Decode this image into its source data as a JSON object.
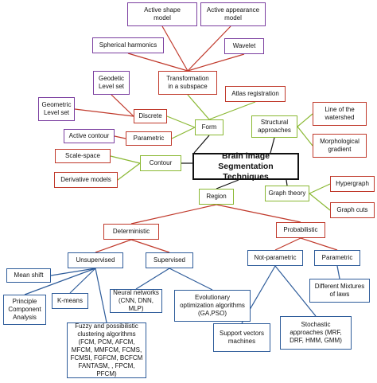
{
  "colors": {
    "red": "#c0392b",
    "purple": "#7b3fa0",
    "green": "#8ab833",
    "blue": "#2e5c9a",
    "root": "#111111"
  },
  "nodes": {
    "root": "Brain image\nSegmentation Techniques",
    "form": "Form",
    "contour": "Contour",
    "region": "Region",
    "structural": "Structural\napproaches",
    "graph_theory": "Graph theory",
    "transformation": "Transformation\nin a subspace",
    "discrete": "Discrete",
    "parametric_form": "Parametric",
    "atlas": "Atlas registration",
    "active_shape": "Active shape\nmodel",
    "active_appearance": "Active appearance\nmodel",
    "spherical": "Spherical harmonics",
    "wavelet": "Wavelet",
    "geodetic": "Geodetic\nLevel set",
    "geometric": "Geometric\nLevel set",
    "active_contour": "Active contour",
    "scale_space": "Scale-space",
    "derivative": "Derivative models",
    "watershed": "Line of the\nwatershed",
    "morph": "Morphological\ngradient",
    "hypergraph": "Hypergraph",
    "graph_cuts": "Graph cuts",
    "deterministic": "Deterministic",
    "probabilistic": "Probabilistic",
    "unsupervised": "Unsupervised",
    "supervised": "Supervised",
    "not_parametric": "Not-parametric",
    "parametric_prob": "Parametric",
    "mean_shift": "Mean shift",
    "pca": "Principle\nComponent\nAnalysis",
    "kmeans": "K-means",
    "fuzzy": "Fuzzy and possibilistic\nclustering  algorithms\n(FCM, PCM, AFCM,\nMFCM, MMFCM, FCMS,\nFCMSI, FGFCM, BCFCM\nFANTASM, , FPCM, PFCM)",
    "neural": "Neural networks\n(CNN, DNN, MLP)",
    "evolutionary": "Evolutionary\noptimization algorithms\n(GA,PSO)",
    "svm": "Support vectors\nmachines",
    "stochastic": "Stochastic\napproaches (MRF,\nDRF, HMM, GMM)",
    "mixtures": "Different Mixtures\nof laws"
  }
}
